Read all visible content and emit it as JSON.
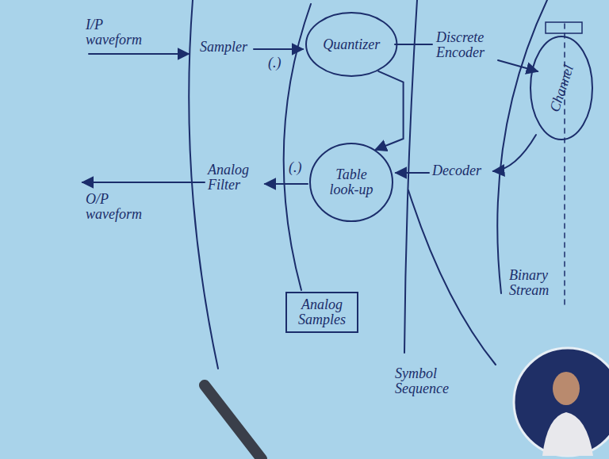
{
  "diagram": {
    "nodes": [
      {
        "text": [
          "Quantizer"
        ]
      },
      {
        "text": [
          "Table look-up"
        ]
      },
      {
        "text": [
          "Channel"
        ]
      },
      {
        "text": [
          "Analog Samples"
        ]
      }
    ],
    "edges": [
      {
        "from": 0,
        "to": 1,
        "arrow": "to"
      }
    ],
    "labels": [
      "I/P waveform",
      "Sampler",
      "(.)",
      "Discrete Encoder",
      "(.)",
      "Analog Filter",
      "Decoder",
      "O/P waveform",
      "Symbol Sequence",
      "Binary Stream"
    ]
  }
}
